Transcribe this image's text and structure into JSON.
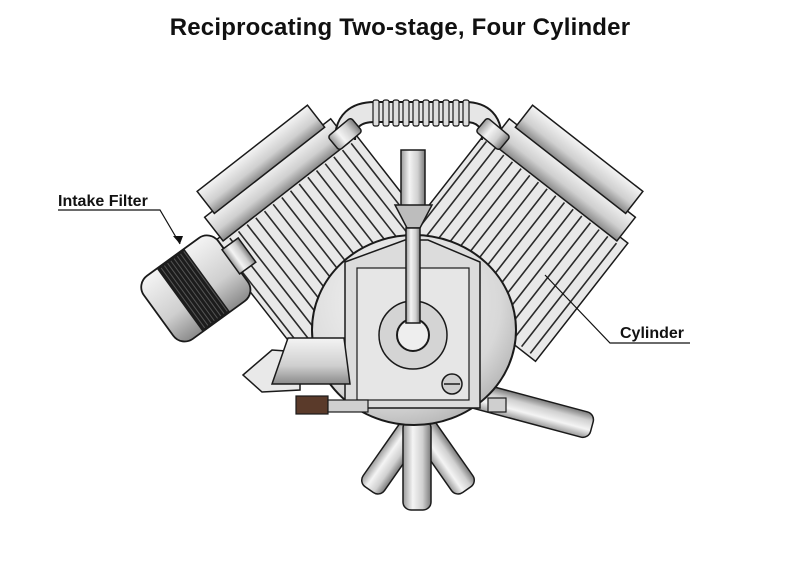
{
  "title": "Reciprocating Two-stage, Four Cylinder",
  "labels": {
    "intake_filter": "Intake Filter",
    "cylinder": "Cylinder"
  },
  "colors": {
    "metal_light": "#f2f2f2",
    "metal_mid": "#b8b8b8",
    "metal_dark": "#4a4a4a",
    "outline": "#1a1a1a",
    "filter_band": "#1c1c1c",
    "valve_brown": "#5a3a2a"
  }
}
